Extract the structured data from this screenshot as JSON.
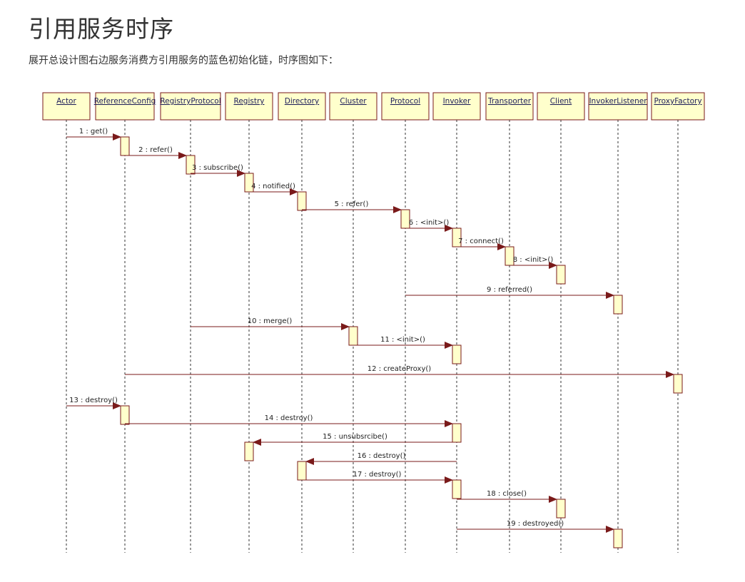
{
  "title": "引用服务时序",
  "intro": "展开总设计图右边服务消费方引用服务的蓝色初始化链，时序图如下：",
  "colors": {
    "box_fill": "#ffffcc",
    "box_stroke": "#7a1a1a",
    "message": "#7a1a1a",
    "lifeline": "#333333",
    "label": "#1f1f5a"
  },
  "diagram": {
    "participants": [
      "Actor",
      "ReferenceConfig",
      "RegistryProtocol",
      "Registry",
      "Directory",
      "Cluster",
      "Protocol",
      "Invoker",
      "Transporter",
      "Client",
      "InvokerListener",
      "ProxyFactory"
    ],
    "messages": [
      {
        "from": "Actor",
        "to": "ReferenceConfig",
        "label": "1 : get()"
      },
      {
        "from": "ReferenceConfig",
        "to": "RegistryProtocol",
        "label": "2 : refer()"
      },
      {
        "from": "RegistryProtocol",
        "to": "Registry",
        "label": "3 : subscribe()"
      },
      {
        "from": "Registry",
        "to": "Directory",
        "label": "4 : notified()"
      },
      {
        "from": "Directory",
        "to": "Protocol",
        "label": "5 : refer()"
      },
      {
        "from": "Protocol",
        "to": "Invoker",
        "label": "6 : <init>()"
      },
      {
        "from": "Invoker",
        "to": "Transporter",
        "label": "7 : connect()"
      },
      {
        "from": "Transporter",
        "to": "Client",
        "label": "8 : <init>()"
      },
      {
        "from": "Protocol",
        "to": "InvokerListener",
        "label": "9 : referred()"
      },
      {
        "from": "RegistryProtocol",
        "to": "Cluster",
        "label": "10 : merge()"
      },
      {
        "from": "Cluster",
        "to": "Invoker",
        "label": "11 : <init>()"
      },
      {
        "from": "ReferenceConfig",
        "to": "ProxyFactory",
        "label": "12 : createProxy()"
      },
      {
        "from": "Actor",
        "to": "ReferenceConfig",
        "label": "13 : destroy()"
      },
      {
        "from": "ReferenceConfig",
        "to": "Invoker",
        "label": "14 : destroy()"
      },
      {
        "from": "Invoker",
        "to": "Registry",
        "label": "15 : unsubsrcibe()"
      },
      {
        "from": "Invoker",
        "to": "Directory",
        "label": "16 : destroy()"
      },
      {
        "from": "Directory",
        "to": "Invoker",
        "label": "17 : destroy()"
      },
      {
        "from": "Invoker",
        "to": "Client",
        "label": "18 : close()"
      },
      {
        "from": "Invoker",
        "to": "InvokerListener",
        "label": "19 : destroyed()"
      }
    ]
  }
}
